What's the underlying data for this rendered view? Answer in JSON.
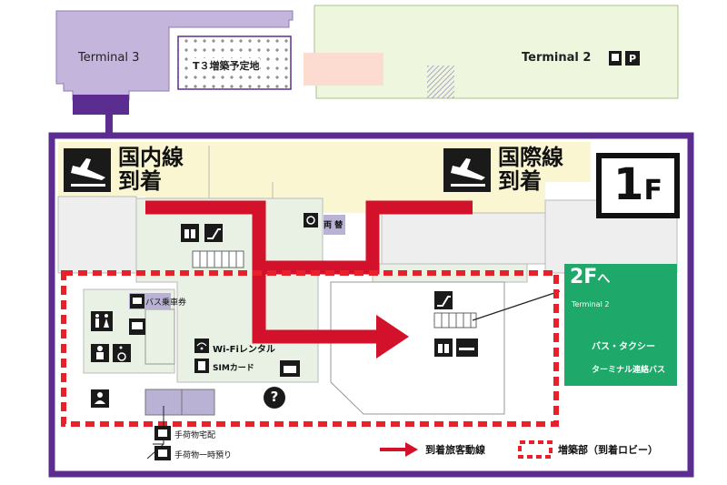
{
  "top": {
    "terminal3": "Terminal 3",
    "expansion_site": "T３増築予定地",
    "terminal2": "Terminal 2"
  },
  "arrivals": {
    "domestic_line1": "国内線",
    "domestic_line2": "到着",
    "international_line1": "国際線",
    "international_line2": "到着"
  },
  "floor_label": {
    "num": "1",
    "suffix": "F"
  },
  "to_2f": {
    "title_num": "2F",
    "title_suffix": "へ",
    "terminal": "Terminal 2",
    "bus_taxi": "バス・タクシー",
    "terminal_bus": "ターミナル連絡バス"
  },
  "facilities": {
    "exchange": "両 替",
    "bus_ticket": "バス乗車券",
    "wifi": "Wi-Fiレンタル",
    "sim": "SIMカード",
    "info": "?",
    "luggage_delivery": "手荷物宅配",
    "luggage_storage": "手荷物一時預り"
  },
  "legend": {
    "route": "到着旅客動線",
    "expansion": "増築部（到着ロビー）"
  },
  "colors": {
    "terminal3": "#c4b5dc",
    "terminal2": "#eef6dd",
    "frame": "#5b2d91",
    "route": "#d3112a",
    "dash": "#e8202a",
    "arrival_zone": "#fbf6d2",
    "floor": "#e8f1e4",
    "green_box": "#1ea86a",
    "icon_bg": "#1a1a1a"
  }
}
